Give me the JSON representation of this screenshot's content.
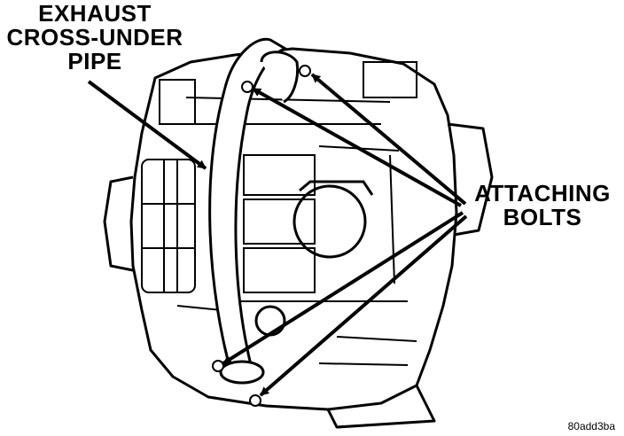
{
  "labels": {
    "exhaust_line1": "EXHAUST",
    "exhaust_line2": "CROSS-UNDER",
    "exhaust_line3": "PIPE",
    "bolts_line1": "ATTACHING",
    "bolts_line2": "BOLTS"
  },
  "figure_id": "80add3ba",
  "colors": {
    "ink": "#000000",
    "paper": "#ffffff"
  }
}
